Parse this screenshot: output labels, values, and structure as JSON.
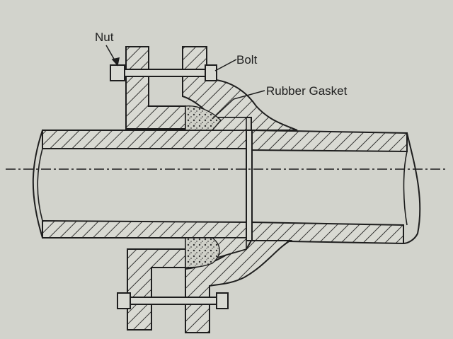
{
  "diagram": {
    "labels": {
      "nut": "Nut",
      "bolt": "Bolt",
      "gasket": "Rubber Gasket"
    }
  },
  "colors": {
    "paper": "#d2d3cc",
    "ink": "#1e1e1e"
  },
  "components": [
    "nut-icon",
    "bolt-icon",
    "rubber-gasket-icon",
    "flange-icon",
    "pipe-icon"
  ]
}
